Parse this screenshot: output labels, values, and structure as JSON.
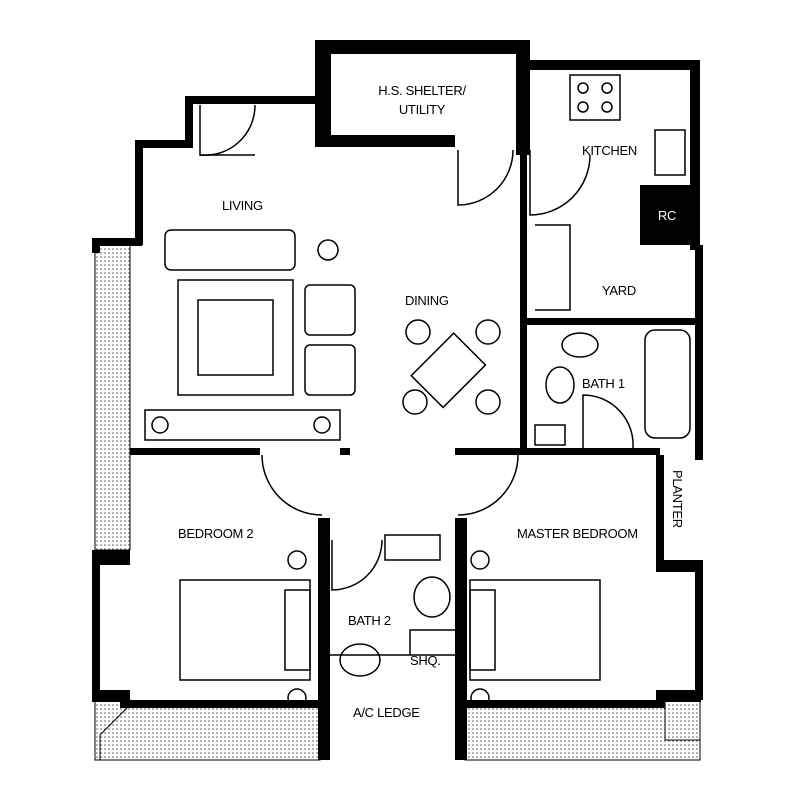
{
  "plan": {
    "rooms": {
      "shelter_line1": "H.S. SHELTER/",
      "shelter_line2": "UTILITY",
      "kitchen": "KITCHEN",
      "rc": "RC",
      "living": "LIVING",
      "dining": "DINING",
      "yard": "YARD",
      "bath1": "BATH 1",
      "planter": "PLANTER",
      "bedroom2": "BEDROOM 2",
      "master_bedroom": "MASTER BEDROOM",
      "bath2": "BATH 2",
      "shq": "SHQ.",
      "ac_ledge": "A/C LEDGE"
    }
  }
}
